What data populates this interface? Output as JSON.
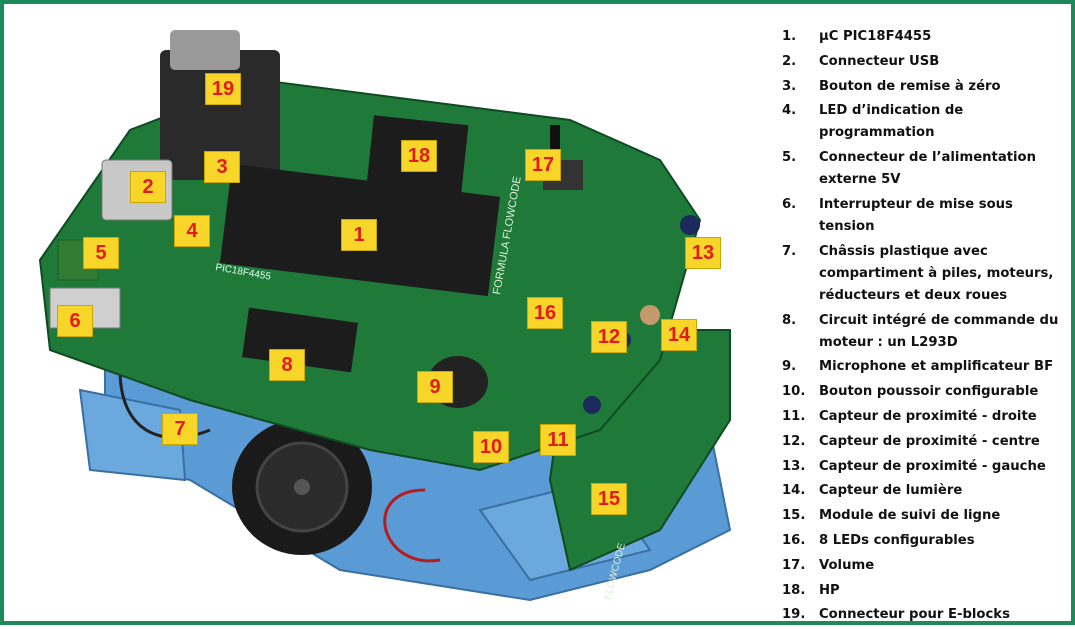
{
  "legend": [
    {
      "num": "1.",
      "text": "µC PIC18F4455"
    },
    {
      "num": "2.",
      "text": "Connecteur USB"
    },
    {
      "num": "3.",
      "text": "Bouton de remise à zéro"
    },
    {
      "num": "4.",
      "text": "LED d’indication de programmation"
    },
    {
      "num": "5.",
      "text": "Connecteur de l’alimentation externe 5V"
    },
    {
      "num": "6.",
      "text": "Interrupteur de mise sous tension"
    },
    {
      "num": "7.",
      "text": "Châssis plastique avec compartiment à piles, moteurs, réducteurs et deux roues"
    },
    {
      "num": "8.",
      "text": "Circuit intégré de commande du moteur : un L293D"
    },
    {
      "num": "9.",
      "text": "Microphone et amplificateur BF"
    },
    {
      "num": "10.",
      "text": "Bouton poussoir configurable"
    },
    {
      "num": "11.",
      "text": "Capteur de proximité - droite"
    },
    {
      "num": "12.",
      "text": "Capteur de proximité - centre"
    },
    {
      "num": "13.",
      "text": "Capteur de proximité - gauche"
    },
    {
      "num": "14.",
      "text": "Capteur de lumière"
    },
    {
      "num": "15.",
      "text": "Module de suivi de ligne"
    },
    {
      "num": "16.",
      "text": "8 LEDs configurables"
    },
    {
      "num": "17.",
      "text": "Volume"
    },
    {
      "num": "18.",
      "text": "HP"
    },
    {
      "num": "19.",
      "text": "Connecteur pour E-blocks"
    }
  ],
  "callouts": [
    "19",
    "3",
    "2",
    "4",
    "5",
    "6",
    "1",
    "18",
    "17",
    "13",
    "16",
    "12",
    "14",
    "8",
    "9",
    "7",
    "10",
    "11",
    "15"
  ],
  "board_text": {
    "chip_label": "PIC18F4455",
    "brand": "FORMULA FLOWCODE",
    "brand2": "FLOWCODE"
  },
  "colors": {
    "border": "#1e8a5c",
    "pcb": "#1f7a3a",
    "chassis": "#5b9bd5",
    "callout_bg": "#f7d629",
    "callout_text": "#e31b1b"
  }
}
